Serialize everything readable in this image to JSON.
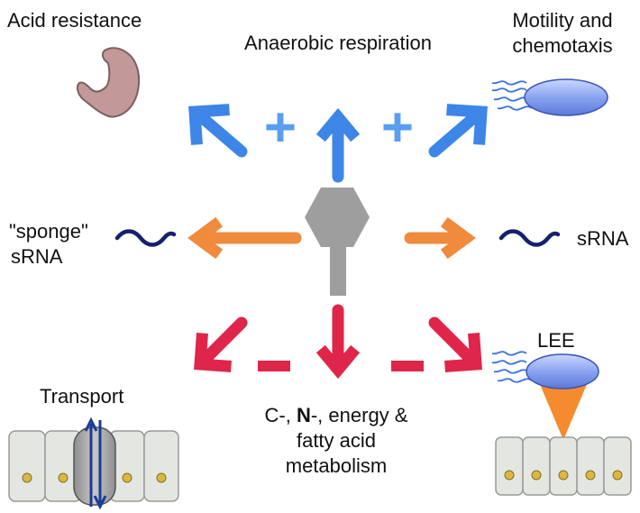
{
  "labels": {
    "acid_resistance": "Acid resistance",
    "anaerobic_respiration": "Anaerobic respiration",
    "motility_line1": "Motility and",
    "motility_line2": "chemotaxis",
    "sponge_line1": "\"sponge\"",
    "sponge_line2": "sRNA",
    "srna": "sRNA",
    "lee": "LEE",
    "transport": "Transport",
    "metabolism_pre": "C-, ",
    "metabolism_bold": "N",
    "metabolism_post": "-, energy &",
    "metabolism_line2": "fatty acid",
    "metabolism_line3": "metabolism"
  },
  "signs": {
    "plus": "+",
    "minus": "–"
  },
  "colors": {
    "positive_arrow": "#3d86e8",
    "positive_sign": "#5b9ef0",
    "neutral_arrow": "#f08a3c",
    "negative_arrow": "#e0254a",
    "regulator": "#9e9e9e",
    "stomach": "#c29898",
    "bacterium": "#8aa4f0",
    "srna_wave": "#15206e",
    "cell": "#e4e6e2",
    "nucleus": "#d8b840",
    "injectisome": "#f58a2e"
  }
}
